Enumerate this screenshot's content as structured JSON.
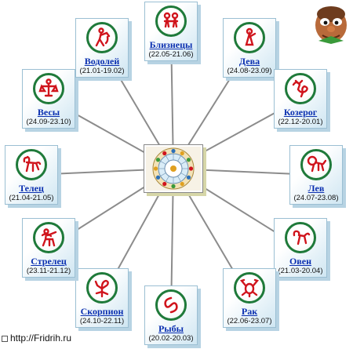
{
  "colors": {
    "link": "#0a2fb0",
    "medal_ring": "#1f7a3a",
    "glyph": "#d0141c",
    "spoke": "#8c8c8c"
  },
  "signs": [
    {
      "key": "gemini",
      "name": "Близнецы",
      "dates": "(22.05-21.06)",
      "icon": "gemini-icon"
    },
    {
      "key": "virgo",
      "name": "Дева",
      "dates": "(24.08-23.09)",
      "icon": "virgo-icon"
    },
    {
      "key": "capricorn",
      "name": "Козерог",
      "dates": "(22.12-20.01)",
      "icon": "capricorn-icon"
    },
    {
      "key": "leo",
      "name": "Лев",
      "dates": "(24.07-23.08)",
      "icon": "leo-icon"
    },
    {
      "key": "aries",
      "name": "Овен",
      "dates": "(21.03-20.04)",
      "icon": "aries-icon"
    },
    {
      "key": "cancer",
      "name": "Рак",
      "dates": "(22.06-23.07)",
      "icon": "cancer-icon"
    },
    {
      "key": "pisces",
      "name": "Рыбы",
      "dates": "(20.02-20.03)",
      "icon": "pisces-icon"
    },
    {
      "key": "scorpio",
      "name": "Скорпион",
      "dates": "(24.10-22.11)",
      "icon": "scorpio-icon"
    },
    {
      "key": "sagittarius",
      "name": "Стрелец",
      "dates": "(23.11-21.12)",
      "icon": "sagittarius-icon"
    },
    {
      "key": "taurus",
      "name": "Телец",
      "dates": "(21.04-21.05)",
      "icon": "taurus-icon"
    },
    {
      "key": "libra",
      "name": "Весы",
      "dates": "(24.09-23.10)",
      "icon": "libra-icon"
    },
    {
      "key": "aquarius",
      "name": "Водолей",
      "dates": "(21.01-19.02)",
      "icon": "aquarius-icon"
    }
  ],
  "center": {
    "icon": "zodiac-wheel-icon"
  },
  "mascot": {
    "icon": "gnome-face-icon"
  },
  "footer": {
    "url": "http://Fridrih.ru"
  }
}
